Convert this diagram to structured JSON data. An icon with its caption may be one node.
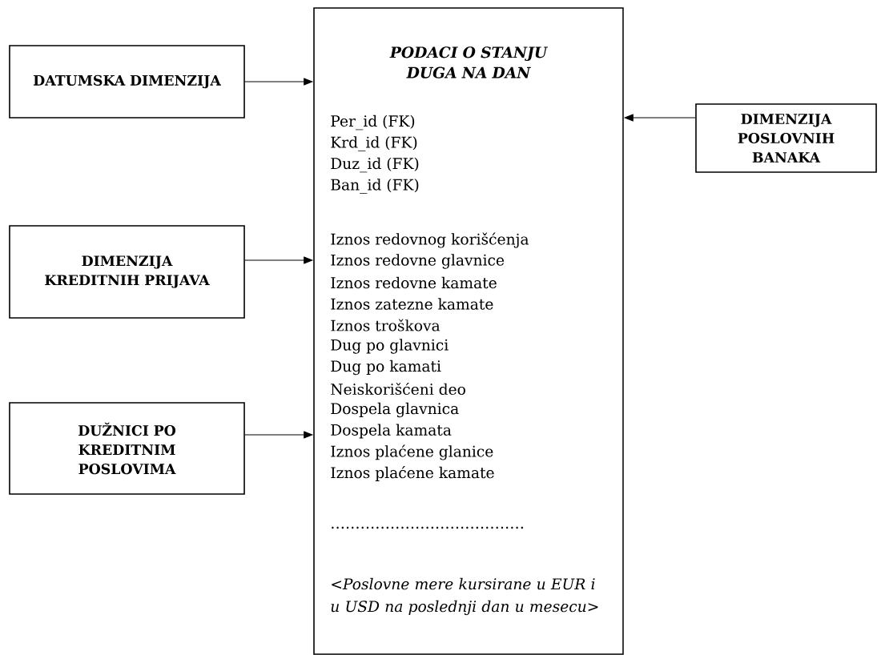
{
  "diagram": {
    "nodes": [
      {
        "text": [
          "DATUMSKA DIMENZIJA"
        ]
      },
      {
        "text": [
          "PODACI O STANJU DUGA NA DAN",
          "Per_id (FK)",
          "Krd_id (FK)",
          "Duz_id (FK)",
          "Ban_id (FK)",
          "Iznos redovnog korišćenja",
          "Iznos redovne glavnice",
          "Iznos redovne kamate",
          "Iznos zatezne kamate",
          "Iznos troškova",
          "Dug po glavnici",
          "Dug po kamati",
          "Neiskorišćeni deo",
          "Dospela glavnica",
          "Dospela kamata",
          "Iznos plaćene glanice",
          "Iznos plaćene kamate",
          "…………………………………",
          "<Poslovne mere kursirane u EUR i u USD na poslednji dan u mesecu>"
        ]
      },
      {
        "text": [
          "DIMENZIJA POSLOVNIH BANAKA"
        ]
      },
      {
        "text": [
          "DIMENZIJA KREDITNIH PRIJAVA"
        ]
      },
      {
        "text": [
          "DUŽNICI PO KREDITNIM POSLOVIMA"
        ]
      }
    ],
    "edges": [
      {
        "from": 0,
        "to": 1,
        "arrow": "to"
      },
      {
        "from": 2,
        "to": 1,
        "arrow": "to"
      },
      {
        "from": 3,
        "to": 1,
        "arrow": "to"
      },
      {
        "from": 4,
        "to": 1,
        "arrow": "to"
      }
    ]
  }
}
